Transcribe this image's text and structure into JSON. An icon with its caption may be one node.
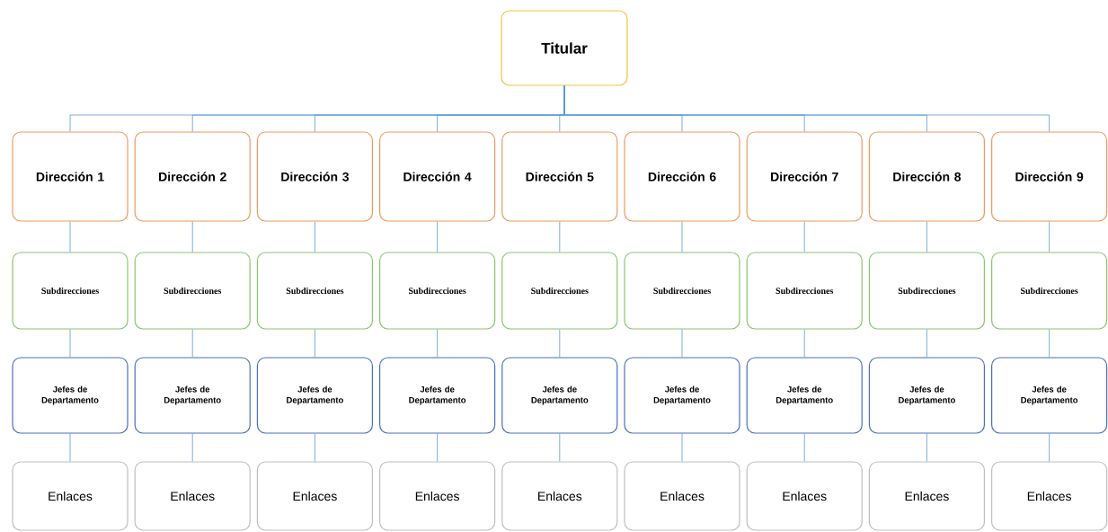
{
  "diagram": {
    "nodes": [
      {
        "text": [
          "Titular"
        ]
      },
      {
        "text": [
          "Dirección 1"
        ]
      },
      {
        "text": [
          "Dirección 2"
        ]
      },
      {
        "text": [
          "Dirección 3"
        ]
      },
      {
        "text": [
          "Dirección 4"
        ]
      },
      {
        "text": [
          "Dirección 5"
        ]
      },
      {
        "text": [
          "Dirección 6"
        ]
      },
      {
        "text": [
          "Dirección 7"
        ]
      },
      {
        "text": [
          "Dirección 8"
        ]
      },
      {
        "text": [
          "Dirección 9"
        ]
      },
      {
        "text": [
          "Subdirecciones"
        ]
      },
      {
        "text": [
          "Subdirecciones"
        ]
      },
      {
        "text": [
          "Subdirecciones"
        ]
      },
      {
        "text": [
          "Subdirecciones"
        ]
      },
      {
        "text": [
          "Subdirecciones"
        ]
      },
      {
        "text": [
          "Subdirecciones"
        ]
      },
      {
        "text": [
          "Subdirecciones"
        ]
      },
      {
        "text": [
          "Subdirecciones"
        ]
      },
      {
        "text": [
          "Subdirecciones"
        ]
      },
      {
        "text": [
          "Jefes de Departamento"
        ]
      },
      {
        "text": [
          "Jefes de Departamento"
        ]
      },
      {
        "text": [
          "Jefes de Departamento"
        ]
      },
      {
        "text": [
          "Jefes de Departamento"
        ]
      },
      {
        "text": [
          "Jefes de Departamento"
        ]
      },
      {
        "text": [
          "Jefes de Departamento"
        ]
      },
      {
        "text": [
          "Jefes de Departamento"
        ]
      },
      {
        "text": [
          "Jefes de Departamento"
        ]
      },
      {
        "text": [
          "Jefes de Departamento"
        ]
      },
      {
        "text": [
          "Enlaces"
        ]
      },
      {
        "text": [
          "Enlaces"
        ]
      },
      {
        "text": [
          "Enlaces"
        ]
      },
      {
        "text": [
          "Enlaces"
        ]
      },
      {
        "text": [
          "Enlaces"
        ]
      },
      {
        "text": [
          "Enlaces"
        ]
      },
      {
        "text": [
          "Enlaces"
        ]
      },
      {
        "text": [
          "Enlaces"
        ]
      },
      {
        "text": [
          "Enlaces"
        ]
      }
    ],
    "edges": [
      {
        "from": 0,
        "to": 1,
        "arrow": "none"
      },
      {
        "from": 0,
        "to": 2,
        "arrow": "none"
      },
      {
        "from": 0,
        "to": 3,
        "arrow": "none"
      },
      {
        "from": 0,
        "to": 4,
        "arrow": "none"
      },
      {
        "from": 0,
        "to": 5,
        "arrow": "none"
      },
      {
        "from": 0,
        "to": 6,
        "arrow": "none"
      },
      {
        "from": 0,
        "to": 7,
        "arrow": "none"
      },
      {
        "from": 0,
        "to": 8,
        "arrow": "none"
      },
      {
        "from": 0,
        "to": 9,
        "arrow": "none"
      },
      {
        "from": 1,
        "to": 10,
        "arrow": "none"
      },
      {
        "from": 2,
        "to": 11,
        "arrow": "none"
      },
      {
        "from": 3,
        "to": 12,
        "arrow": "none"
      },
      {
        "from": 4,
        "to": 13,
        "arrow": "none"
      },
      {
        "from": 5,
        "to": 14,
        "arrow": "none"
      },
      {
        "from": 6,
        "to": 15,
        "arrow": "none"
      },
      {
        "from": 7,
        "to": 16,
        "arrow": "none"
      },
      {
        "from": 8,
        "to": 17,
        "arrow": "none"
      },
      {
        "from": 9,
        "to": 18,
        "arrow": "none"
      },
      {
        "from": 10,
        "to": 19,
        "arrow": "none"
      },
      {
        "from": 11,
        "to": 20,
        "arrow": "none"
      },
      {
        "from": 12,
        "to": 21,
        "arrow": "none"
      },
      {
        "from": 13,
        "to": 22,
        "arrow": "none"
      },
      {
        "from": 14,
        "to": 23,
        "arrow": "none"
      },
      {
        "from": 15,
        "to": 24,
        "arrow": "none"
      },
      {
        "from": 16,
        "to": 25,
        "arrow": "none"
      },
      {
        "from": 17,
        "to": 26,
        "arrow": "none"
      },
      {
        "from": 18,
        "to": 27,
        "arrow": "none"
      },
      {
        "from": 19,
        "to": 28,
        "arrow": "none"
      },
      {
        "from": 20,
        "to": 29,
        "arrow": "none"
      },
      {
        "from": 21,
        "to": 30,
        "arrow": "none"
      },
      {
        "from": 22,
        "to": 31,
        "arrow": "none"
      },
      {
        "from": 23,
        "to": 32,
        "arrow": "none"
      },
      {
        "from": 24,
        "to": 33,
        "arrow": "none"
      },
      {
        "from": 25,
        "to": 34,
        "arrow": "none"
      },
      {
        "from": 26,
        "to": 35,
        "arrow": "none"
      },
      {
        "from": 27,
        "to": 36,
        "arrow": "none"
      }
    ]
  }
}
